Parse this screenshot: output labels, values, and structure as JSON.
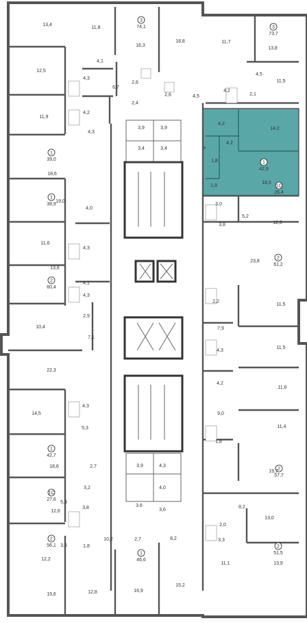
{
  "colors": {
    "highlight": "#5aa7a8",
    "wall": "#555555",
    "background": "#ffffff"
  },
  "highlight": {
    "apt_rooms": "1",
    "apt_area": "42,9",
    "rooms": [
      {
        "label": "4,2"
      },
      {
        "label": "14,2"
      },
      {
        "label": "4,2"
      },
      {
        "label": "1,8"
      },
      {
        "label": "18,5"
      }
    ]
  },
  "apartments": [
    {
      "rooms": "3",
      "area": "74,1"
    },
    {
      "rooms": "3",
      "area": "73,7"
    },
    {
      "rooms": "1",
      "area": "39,0"
    },
    {
      "rooms": "1",
      "area": "38,9"
    },
    {
      "rooms": "2",
      "area": "60,4"
    },
    {
      "rooms": "1С",
      "area": "26,4"
    },
    {
      "rooms": "2",
      "area": "61,2"
    },
    {
      "rooms": "1",
      "area": "42,7"
    },
    {
      "rooms": "1С",
      "area": "27,6"
    },
    {
      "rooms": "2",
      "area": "57,7"
    },
    {
      "rooms": "2",
      "area": "56,1"
    },
    {
      "rooms": "2",
      "area": "51,5"
    },
    {
      "rooms": "1",
      "area": "46,6"
    }
  ],
  "room_areas": [
    "13,4",
    "11,8",
    "16,3",
    "18,8",
    "11,7",
    "13,8",
    "4,1",
    "12,5",
    "4,3",
    "6,7",
    "2,6",
    "2,6",
    "4,5",
    "11,5",
    "4,2",
    "4,2",
    "2,1",
    "2,4",
    "4,5",
    "11,9",
    "4,3",
    "3,9",
    "3,9",
    "3,4",
    "3,4",
    "18,6",
    "1,9",
    "3,0",
    "19,0",
    "5,2",
    "3,8",
    "12,5",
    "4,0",
    "11,6",
    "4,3",
    "23,8",
    "13,6",
    "4,1",
    "4,3",
    "2,2",
    "10,4",
    "2,9",
    "7,9",
    "11,5",
    "7,1",
    "11,5",
    "22,3",
    "4,3",
    "4,2",
    "11,6",
    "14,5",
    "4,3",
    "5,3",
    "9,0",
    "11,4",
    "1,8",
    "18,6",
    "2,7",
    "19,7",
    "3,9",
    "4,3",
    "3,2",
    "5,3",
    "4,0",
    "8,2",
    "12,6",
    "3,8",
    "3,6",
    "3,6",
    "2,0",
    "13,0",
    "10,2",
    "3,3",
    "3,5",
    "1,8",
    "2,7",
    "8,2",
    "12,2",
    "15,6",
    "12,8",
    "16,9",
    "15,2",
    "11,1",
    "13,9"
  ]
}
